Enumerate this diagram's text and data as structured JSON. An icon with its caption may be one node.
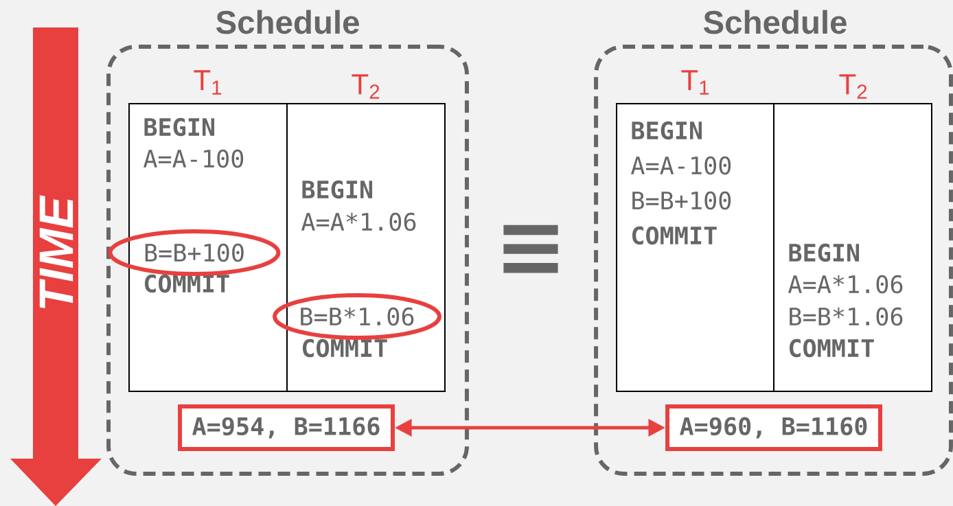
{
  "diagram": {
    "nodes": [
      {
        "text": [
          "Schedule"
        ]
      },
      {
        "text": [
          "T$_{1}$",
          "BEGIN",
          "A=A-100",
          "COMMIT"
        ],
        "in": 0
      },
      {
        "text": [
          "B=B+100"
        ],
        "in": 1
      },
      {
        "text": [
          "T$_{2}$",
          "BEGIN",
          "A=A*1.06",
          "COMMIT"
        ],
        "in": 0
      },
      {
        "text": [
          "B=B*1.06"
        ],
        "in": 3
      },
      {
        "text": [
          "A=954, B=1166"
        ],
        "in": 0
      },
      {
        "text": [
          "Schedule"
        ]
      },
      {
        "text": [
          "T$_{1}$",
          "BEGIN",
          "A=A-100",
          "B=B+100",
          "COMMIT"
        ],
        "in": 6
      },
      {
        "text": [
          "T$_{2}$",
          "BEGIN",
          "A=A*1.06",
          "B=B*1.06",
          "COMMIT"
        ],
        "in": 6
      },
      {
        "text": [
          "A=960, B=1160"
        ],
        "in": 6
      }
    ],
    "edges": [
      {
        "from": 5,
        "to": 9,
        "arrow": "both"
      }
    ],
    "labels": [
      "TIME",
      "≡"
    ]
  }
}
